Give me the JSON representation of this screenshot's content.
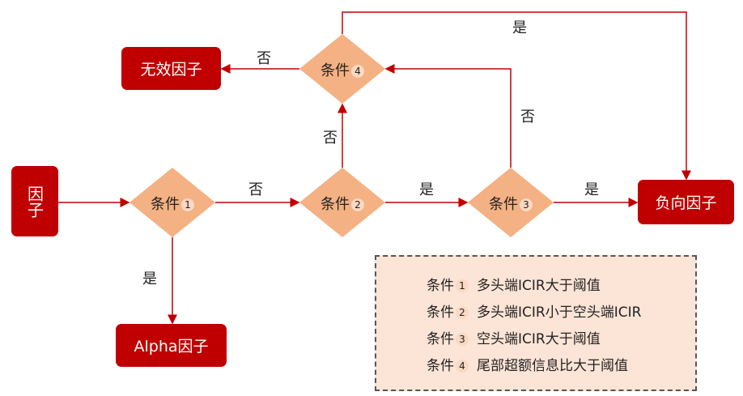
{
  "nodes": {
    "start": "因子",
    "invalid": "无效因子",
    "negative": "负向因子",
    "alpha": "Alpha因子"
  },
  "conditions": [
    {
      "label": "条件",
      "num": "1"
    },
    {
      "label": "条件",
      "num": "2"
    },
    {
      "label": "条件",
      "num": "3"
    },
    {
      "label": "条件",
      "num": "4"
    }
  ],
  "edge_labels": {
    "c1_no": "否",
    "c2_yes": "是",
    "c3_yes": "是",
    "c2_no": "否",
    "c3_no": "否",
    "c4_no": "否",
    "c4_yes": "是",
    "c1_yes": "是"
  },
  "legend": [
    {
      "label": "条件",
      "num": "1",
      "desc": "多头端ICIR大于阈值"
    },
    {
      "label": "条件",
      "num": "2",
      "desc": "多头端ICIR小于空头端ICIR"
    },
    {
      "label": "条件",
      "num": "3",
      "desc": "空头端ICIR大于阈值"
    },
    {
      "label": "条件",
      "num": "4",
      "desc": "尾部超额信息比大于阈值"
    }
  ],
  "colors": {
    "box": "#c00000",
    "diamond": "#f4b183",
    "line": "#c00000",
    "legend_bg": "#fce4d6"
  }
}
